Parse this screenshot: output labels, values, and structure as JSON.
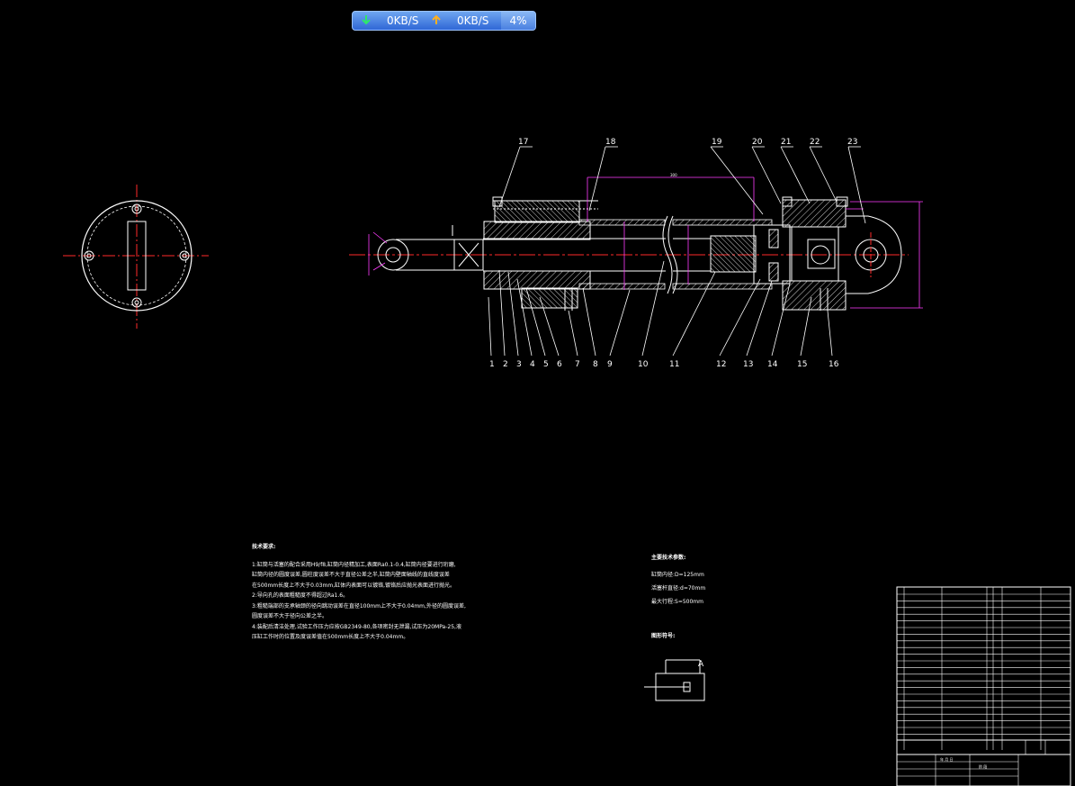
{
  "netbar": {
    "down_rate": "0KB/S",
    "up_rate": "0KB/S",
    "percent": "4%",
    "down_color": "#2ee86a",
    "up_color": "#ffb020"
  },
  "part_numbers_top": [
    "17",
    "18",
    "19",
    "20",
    "21",
    "22",
    "23"
  ],
  "part_numbers_bottom": [
    "1",
    "2",
    "3",
    "4",
    "5",
    "6",
    "7",
    "8",
    "9",
    "10",
    "11",
    "12",
    "13",
    "14",
    "15",
    "16"
  ],
  "labels": {
    "port_a": "A",
    "dim_top": "300"
  },
  "notes": {
    "title": "技术要求:",
    "lines": [
      "1:缸筒与活塞的配合采用H9/f8,缸筒内径精加工,表面Ra0.1-0.4,缸筒内径要进行珩磨,",
      "缸筒内径的圆度误差,圆柱度误差不大于直径公差之半,缸筒内壁面轴线的直线度误差",
      "在500mm长度上不大于0.03mm,缸体内表面可以镀铬,镀铬后应抛光表面进行抛光。",
      "2:导向孔的表面粗糙度不得超过Ra1.6。",
      "3:粗糙端部的支承轴颈的径向跳动误差在直径100mm上不大于0.04mm,外径的圆度误差,",
      "圆度误差不大于径向公差之半。",
      "4:装配后清洁处理,试验工作压力应按GB2349-80,各项密封无泄漏,试压为20MPa-25,液",
      "压缸工作时的位置及度误差值在500mm长度上不大于0.04mm。"
    ]
  },
  "params": {
    "title": "主要技术参数:",
    "lines": [
      "缸筒内径:D=125mm",
      "活塞杆直径:d=70mm",
      "最大行程:S=500mm"
    ]
  },
  "symbol_title": "图形符号:",
  "title_block": {
    "date_header": "年 月 日",
    "stage": "阶 段"
  }
}
